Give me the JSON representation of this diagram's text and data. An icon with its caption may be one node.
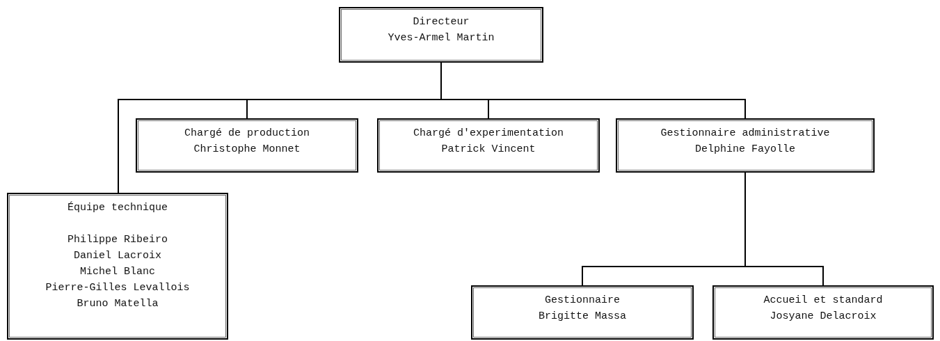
{
  "diagram": {
    "nodes": [
      {
        "text": [
          "Directeur",
          "Yves-Armel Martin"
        ]
      },
      {
        "text": [
          "Chargé de production",
          "Christophe Monnet"
        ]
      },
      {
        "text": [
          "Chargé d'experimentation",
          "Patrick Vincent"
        ]
      },
      {
        "text": [
          "Gestionnaire administrative",
          "Delphine Fayolle"
        ]
      },
      {
        "text": [
          "Équipe technique",
          "Philippe Ribeiro",
          "Daniel Lacroix",
          "Michel Blanc",
          "Pierre-Gilles Levallois",
          "Bruno Matella"
        ]
      },
      {
        "text": [
          "Gestionnaire",
          "Brigitte Massa"
        ]
      },
      {
        "text": [
          "Accueil et standard",
          "Josyane Delacroix"
        ]
      }
    ],
    "edges": [
      {
        "from": 0,
        "to": 4,
        "arrow": "none"
      },
      {
        "from": 0,
        "to": 1,
        "arrow": "none"
      },
      {
        "from": 0,
        "to": 2,
        "arrow": "none"
      },
      {
        "from": 0,
        "to": 3,
        "arrow": "none"
      },
      {
        "from": 3,
        "to": 5,
        "arrow": "none"
      },
      {
        "from": 3,
        "to": 6,
        "arrow": "none"
      }
    ]
  }
}
